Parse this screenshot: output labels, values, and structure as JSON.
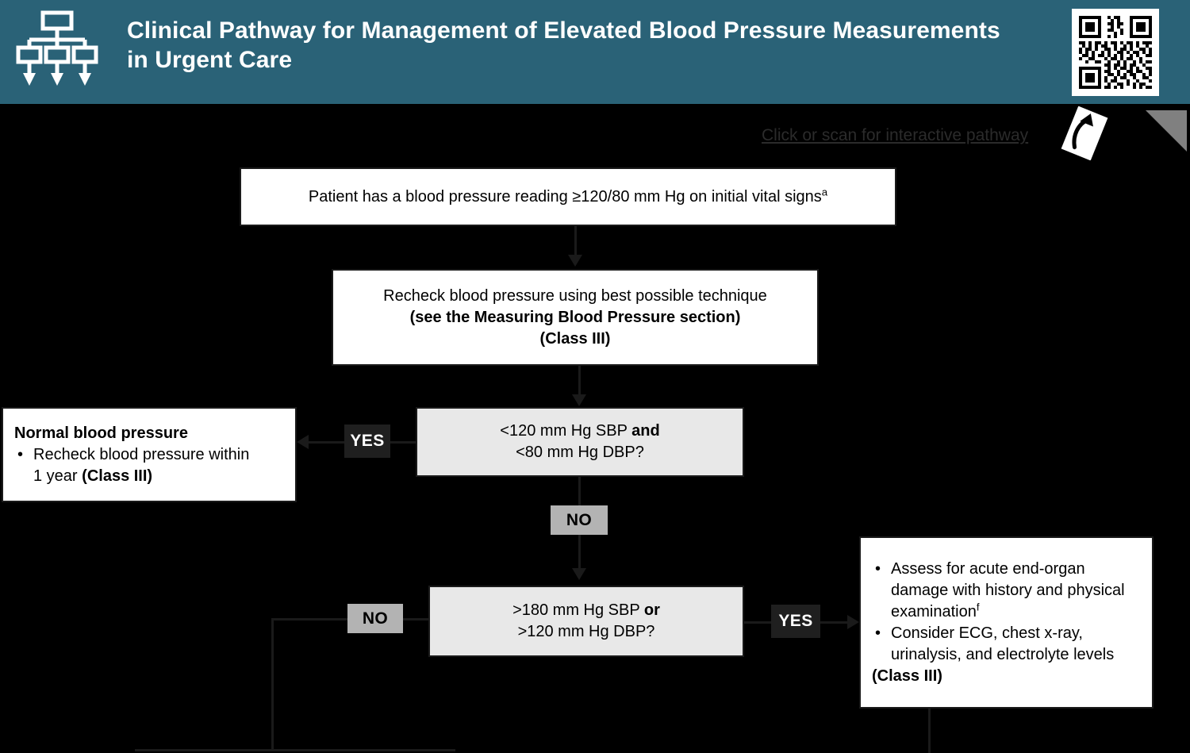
{
  "header": {
    "title": "Clinical Pathway for Management of Elevated Blood Pressure Measurements in Urgent Care",
    "icon_name": "flowchart-icon",
    "qr_name": "qr-code",
    "background_color": "#2a6277",
    "title_color": "#ffffff"
  },
  "link": {
    "text": "Click or scan for interactive pathway",
    "cursor_icon_name": "click-cursor-icon",
    "color": "#2b2b2b"
  },
  "corner": {
    "color": "#808080"
  },
  "nodes": {
    "start": {
      "text": "Patient has a blood pressure reading ≥120/80 mm Hg on initial vital signs",
      "footnote": "a"
    },
    "recheck": {
      "line1": "Recheck blood pressure using best possible technique",
      "line2": "(see the Measuring Blood Pressure section)",
      "line3": "(Class III)"
    },
    "normal_bp": {
      "heading": "Normal blood pressure",
      "bullet1_a": "Recheck blood pressure within",
      "bullet1_b": "1 year ",
      "bullet1_class": "(Class III)"
    },
    "decision1": {
      "line1_a": "<120 mm Hg SBP ",
      "line1_b": "and",
      "line2": "<80 mm Hg DBP?"
    },
    "decision2": {
      "line1_a": ">180 mm Hg SBP ",
      "line1_b": "or",
      "line2": ">120 mm Hg DBP?"
    },
    "assess": {
      "bullet1": "Assess for acute end-organ damage with history and physical examination",
      "bullet1_footnote": "f",
      "bullet2": "Consider ECG, chest x-ray, urinalysis, and electrolyte levels",
      "class": "(Class III)"
    }
  },
  "badges": {
    "yes1": "YES",
    "no1": "NO",
    "no2": "NO",
    "yes2": "YES",
    "yes_bg": "#1f1f1f",
    "no_bg": "#b3b3b3"
  },
  "colors": {
    "page_background": "#000000",
    "node_fill": "#ffffff",
    "decision_fill": "#e8e8e8",
    "stroke": "#1a1a1a"
  }
}
